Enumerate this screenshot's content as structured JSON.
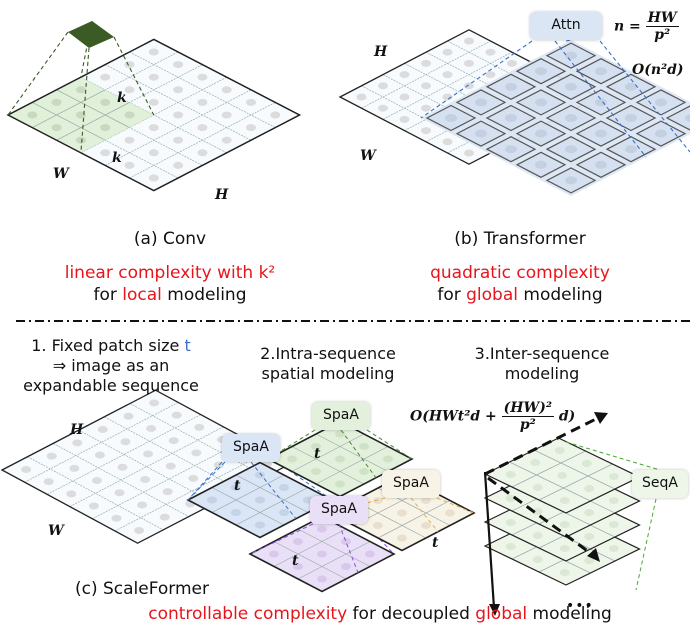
{
  "panel_a": {
    "caption": "(a) Conv",
    "desc_line1_red": "linear complexity with k²",
    "desc_line2_pre": "for ",
    "desc_line2_red": "local",
    "desc_line2_post": " modeling",
    "labels": {
      "k1": "k",
      "k2": "k",
      "w": "W",
      "h": "H"
    },
    "grid_size": 6,
    "kernel_size": 3
  },
  "panel_b": {
    "caption": "(b) Transformer",
    "desc_line1_red": "quadratic complexity",
    "desc_line2_pre": "for ",
    "desc_line2_red": "global",
    "desc_line2_post": " modeling",
    "attn_label": "Attn",
    "formula_n_lhs": "n =",
    "formula_n_num": "HW",
    "formula_n_den": "p²",
    "formula_complexity": "O(n²d)",
    "labels": {
      "h": "H",
      "w": "W"
    }
  },
  "panel_c": {
    "caption": "(c) ScaleFormer",
    "step1_line1": "1. Fixed patch size ",
    "step1_t": "t",
    "step1_line2": "⇒ image as an",
    "step1_line3": "expandable sequence",
    "step2_line1": "2.Intra-sequence",
    "step2_line2": "spatial modeling",
    "step3_line1": "3.Inter-sequence",
    "step3_line2": "modeling",
    "formula_pre": "O(HWt²d +",
    "formula_num": "(HW)²",
    "formula_den": "p²",
    "formula_post": "d)",
    "spaa_label": "SpaA",
    "seqa_label": "SeqA",
    "patch_label": "t",
    "labels": {
      "h": "H",
      "w": "W"
    },
    "ellipsis": "•••",
    "bottom_red1": "controllable complexity",
    "bottom_mid": " for decoupled ",
    "bottom_red2": "global",
    "bottom_post": " modeling"
  },
  "colors": {
    "accent_red": "#e8141b",
    "patch_t_blue": "#3a6fc8",
    "kernel_dark_green": "#3b5a24",
    "kernel_region_green": "#dcedd2",
    "attn_blue": "#dbe6f4",
    "spaa_blue": "#dae5f5",
    "spaa_green": "#e3f1dc",
    "spaa_purple": "#e9dff6",
    "spaa_cream": "#f7f3e6",
    "seq_green": "#eef6ea"
  }
}
